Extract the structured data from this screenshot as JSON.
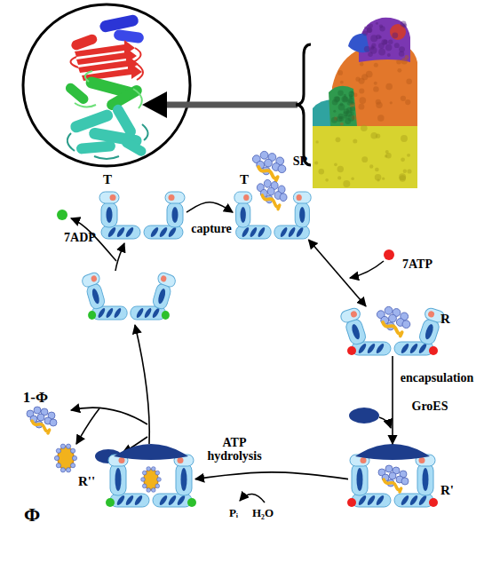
{
  "diagram": {
    "nodes": [
      {
        "text": [
          "T"
        ]
      },
      {
        "text": [
          "T"
        ]
      },
      {
        "text": [
          "R"
        ]
      },
      {
        "text": [
          "R'"
        ]
      },
      {
        "text": [
          "R''"
        ]
      }
    ],
    "edges": [
      {
        "from": 0,
        "to": 1,
        "arrow": "to",
        "label": "capture"
      },
      {
        "from": 1,
        "to": 2,
        "arrow": "both",
        "label": "7ATP"
      },
      {
        "from": 2,
        "to": 3,
        "arrow": "to",
        "label": "encapsulation"
      },
      {
        "from": 3,
        "to": 4,
        "arrow": "to",
        "label": "ATP hydrolysis"
      }
    ],
    "labels": [
      "SP",
      "7ADP",
      "GroES",
      "Pᵢ",
      "H₂O",
      "1-Φ",
      "Φ"
    ]
  }
}
